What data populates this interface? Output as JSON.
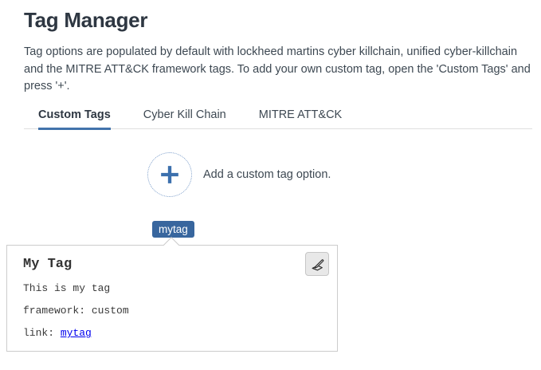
{
  "header": {
    "title": "Tag Manager",
    "description": "Tag options are populated by default with lockheed martins cyber killchain, unified cyber-killchain and the MITRE ATT&CK framework tags. To add your own custom tag, open the 'Custom Tags' and press '+'."
  },
  "tabs": {
    "items": [
      {
        "label": "Custom Tags",
        "active": true
      },
      {
        "label": "Cyber Kill Chain",
        "active": false
      },
      {
        "label": "MITRE ATT&CK",
        "active": false
      }
    ]
  },
  "add_section": {
    "icon": "plus-icon",
    "label": "Add a custom tag option."
  },
  "tag": {
    "badge_label": "mytag",
    "popover": {
      "title": "My Tag",
      "description": "This is my tag",
      "framework_line": "framework: custom",
      "link_label": "link:",
      "link_text": "mytag",
      "edit_icon": "pen-icon"
    }
  },
  "colors": {
    "accent_blue": "#3c70ad",
    "tab_underline_blue": "#4273ab",
    "badge_blue": "#38669e",
    "link_blue": "#0000ee",
    "heading_text": "#2e3742",
    "body_text": "#3d4852",
    "border_gray": "#cccccc"
  }
}
